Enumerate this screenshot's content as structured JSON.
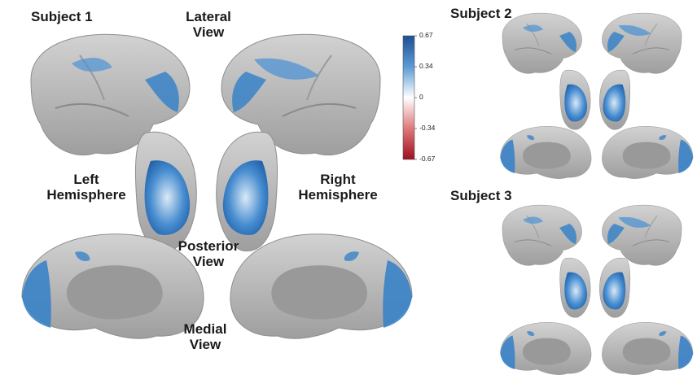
{
  "subjects": [
    {
      "title": "Subject 1"
    },
    {
      "title": "Subject 2"
    },
    {
      "title": "Subject 3"
    }
  ],
  "view_labels": {
    "lateral": "Lateral\nView",
    "posterior": "Posterior\nView",
    "medial": "Medial\nView",
    "left_hemisphere": "Left\nHemisphere",
    "right_hemisphere": "Right\nHemisphere"
  },
  "colorbar": {
    "ticks": [
      "0.67",
      "0.34",
      "0",
      "-0.34",
      "-0.67"
    ],
    "max": 0.67,
    "min": -0.67,
    "colors": {
      "max": "#1d4f91",
      "zero": "#ffffff",
      "min": "#9e0f1f"
    }
  },
  "colors": {
    "cortex": "#a9a9a9",
    "cortex_light": "#c8c8c8",
    "medial_wall": "#9a9a9a",
    "activation": "#2f78c4",
    "activation_light": "#8fc0ea"
  }
}
